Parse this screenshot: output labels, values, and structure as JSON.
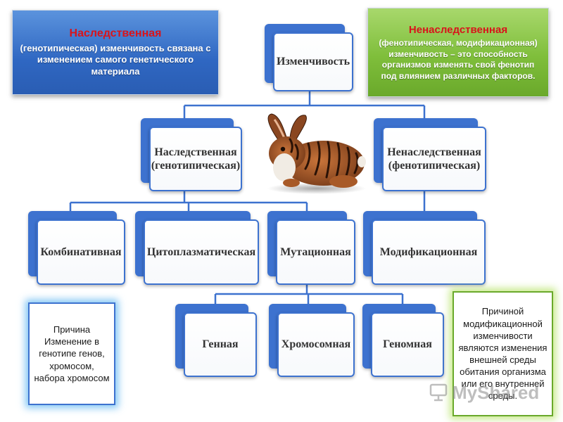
{
  "info_left": {
    "title": "Наследственная",
    "body": "(генотипическая) изменчивость связана с изменением самого генетического материала"
  },
  "info_right": {
    "title": "Ненаследственная",
    "body": "(фенотипическая, модификационная) изменчивость – это способность организмов изменять свой фенотип под влиянием различных факторов."
  },
  "nodes": {
    "root": "Изменчивость",
    "hereditary": "Наследственная (генотипическая)",
    "nonhereditary": "Ненаследственная (фенотипическая)",
    "combinative": "Комбинативная",
    "cytoplasmic": "Цитоплазматическая",
    "mutational": "Мутационная",
    "modificational": "Модификационная",
    "gene": "Генная",
    "chromosomal": "Хромосомная",
    "genomic": "Геномная"
  },
  "reason_left": "Причина Изменение в генотипе генов, хромосом, набора хромосом",
  "reason_right": "Причиной модификационной изменчивости являются изменения внешней среды обитания организма или его внутренней среды.",
  "watermark": "MyShared",
  "colors": {
    "node_blue": "#3d72cf",
    "info_blue": "#2f67c2",
    "info_green": "#7fbe3b",
    "title_red": "#d8141b"
  }
}
